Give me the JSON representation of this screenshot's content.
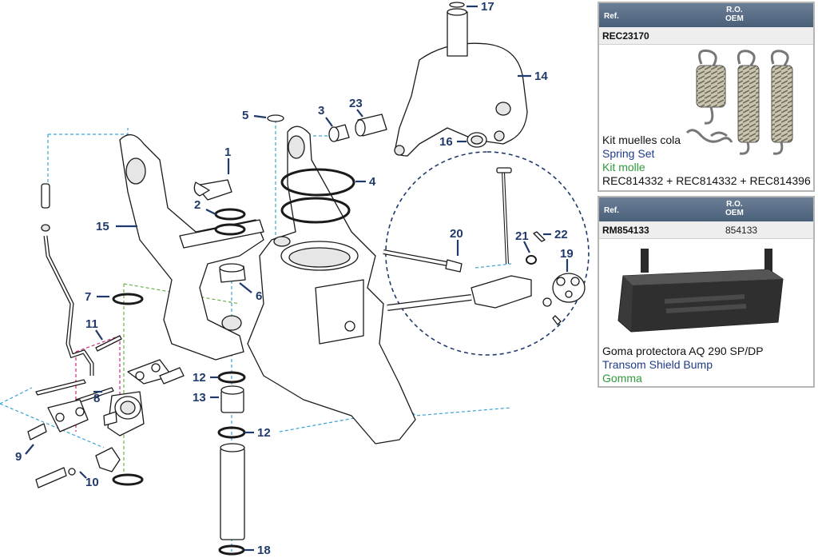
{
  "diagram": {
    "callouts": [
      "1",
      "2",
      "3",
      "4",
      "5",
      "6",
      "7",
      "8",
      "9",
      "10",
      "11",
      "12",
      "12",
      "13",
      "14",
      "15",
      "16",
      "17",
      "18",
      "19",
      "20",
      "21",
      "22",
      "23"
    ]
  },
  "products": [
    {
      "head_ref": "Ref.",
      "head_ro": "R.O.",
      "head_oem": "OEM",
      "ref": "REC23170",
      "oem": "",
      "name_es": "Kit muelles cola",
      "name_en": "Spring Set",
      "name_it": "Kit molle",
      "codes": "REC814332 + REC814332 + REC814396",
      "image_icon": "springs-icon"
    },
    {
      "head_ref": "Ref.",
      "head_ro": "R.O.",
      "head_oem": "OEM",
      "ref": "RM854133",
      "oem": "854133",
      "name_es": "Goma protectora AQ 290 SP/DP",
      "name_en": "Transom Shield Bump",
      "name_it": "Gomma",
      "image_icon": "rubber-bump-icon"
    }
  ],
  "colors": {
    "label": "#1f3a6b",
    "header_bg": "#4a5f79",
    "english_text": "#1f3a8a",
    "italian_text": "#2e9a3a",
    "guide_blue": "#3aa3d6",
    "guide_green": "#6ab04c",
    "guide_pink": "#d12a7a"
  }
}
